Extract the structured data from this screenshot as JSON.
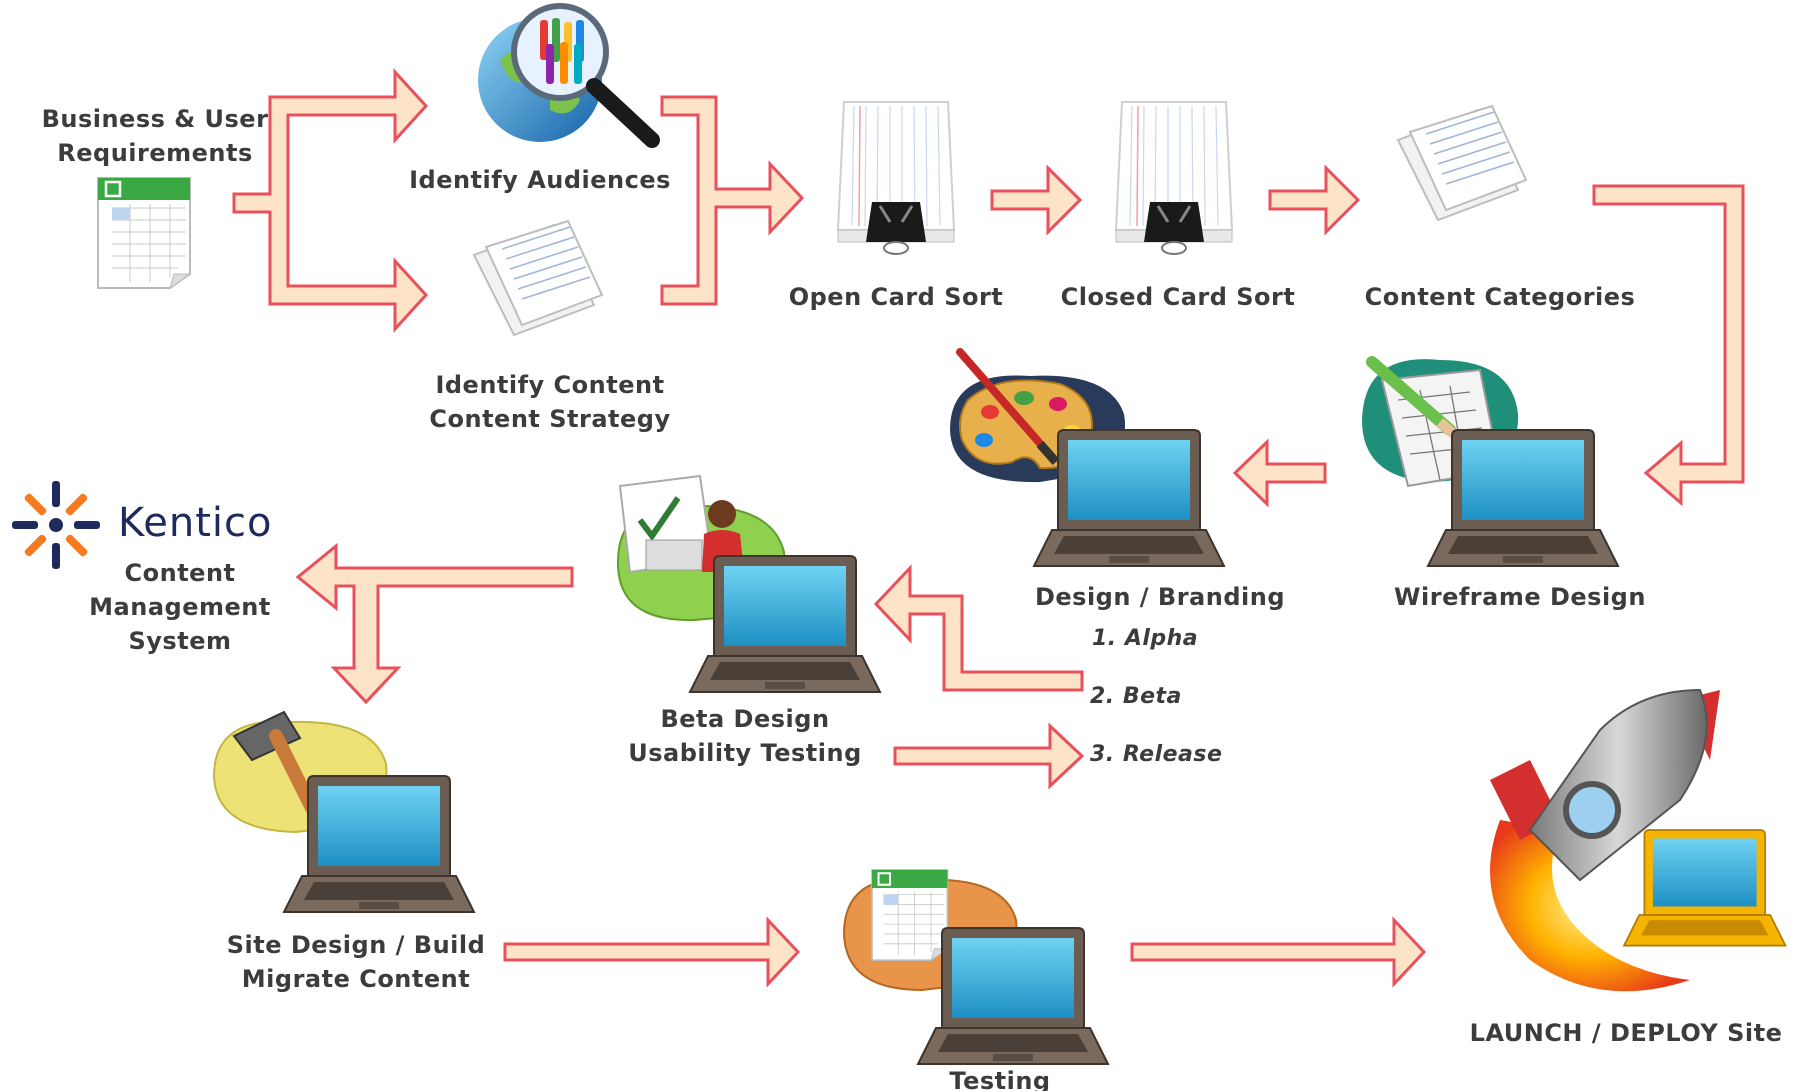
{
  "steps": {
    "requirements": [
      "Business & User",
      "Requirements"
    ],
    "audiences": "Identify Audiences",
    "content": [
      "Identify Content",
      "Content Strategy"
    ],
    "open_card_sort": "Open Card Sort",
    "closed_card_sort": "Closed Card Sort",
    "content_categories": "Content Categories",
    "wireframe": "Wireframe Design",
    "design_branding": "Design / Branding",
    "alpha": "1. Alpha",
    "beta": "2. Beta",
    "release": "3. Release",
    "beta_design": [
      "Beta Design",
      "Usability Testing"
    ],
    "cms_brand": "Kentico",
    "cms": [
      "Content",
      "Management",
      "System"
    ],
    "site_build": [
      "Site Design / Build",
      "Migrate Content"
    ],
    "testing": "Testing",
    "launch": "LAUNCH / DEPLOY Site"
  },
  "icons": {
    "requirements": "spreadsheet-icon",
    "audiences": "globe-magnifier-icon",
    "content": "documents-icon",
    "open_card_sort": "index-cards-icon",
    "closed_card_sort": "index-cards-icon",
    "content_categories": "documents-icon",
    "wireframe": "laptop-wireframe-icon",
    "design_branding": "laptop-palette-icon",
    "beta_design": "laptop-user-icon",
    "cms": "kentico-logo-icon",
    "site_build": "laptop-hammer-icon",
    "testing": "laptop-spreadsheet-icon",
    "launch": "rocket-laptop-icon"
  },
  "colors": {
    "arrow_fill": "#fde3c7",
    "arrow_stroke": "#e8505b",
    "text": "#3c3c3c",
    "brand": "#1f2a5c",
    "brand_orange": "#f47b20"
  }
}
